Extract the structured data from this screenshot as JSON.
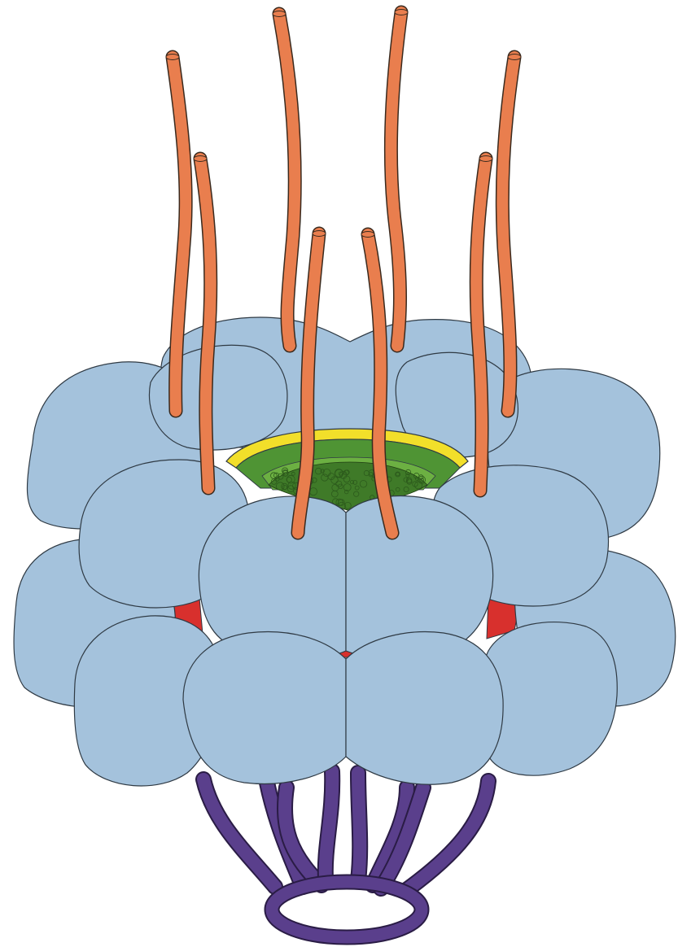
{
  "colors": {
    "background": "#ffffff",
    "lobe": "#a4c2dc",
    "lobe_outline": "#2f3a44",
    "rod": "#e97e4e",
    "rod_outline": "#3a2a1e",
    "cap": "#4f9434",
    "cap_inner": "#6cb042",
    "cap_rim": "#f2df2a",
    "cap_texture": "#2c5a1c",
    "core": "#d8302d",
    "basket": "#5a3f8c",
    "basket_outline": "#2a1c45"
  },
  "structure": {
    "rods_count": 8,
    "lobe_tiers": 3,
    "basket_legs": 8
  }
}
